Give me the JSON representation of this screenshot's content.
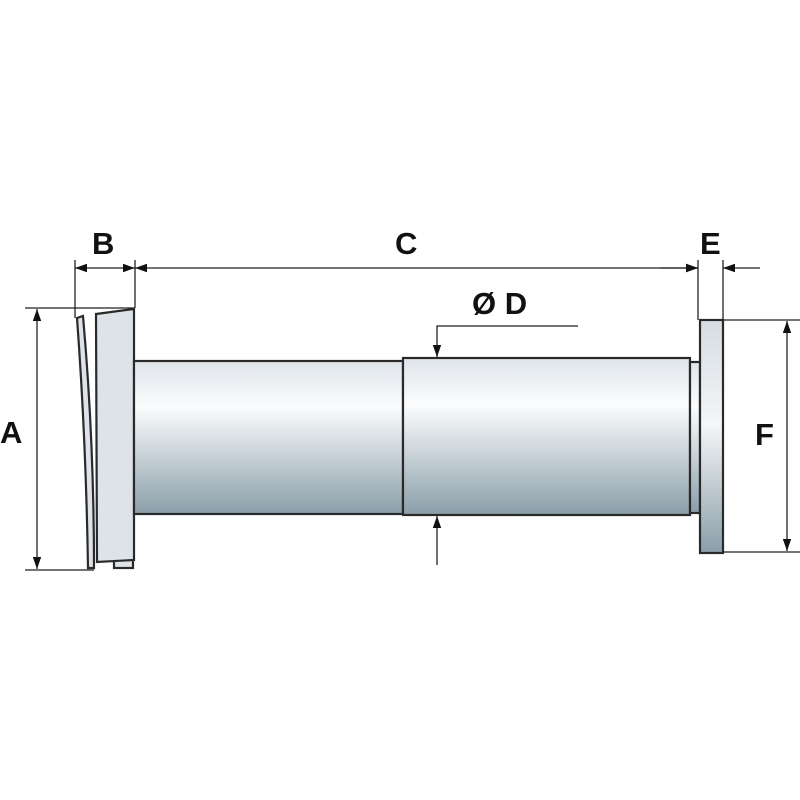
{
  "diagram": {
    "labels": {
      "a": "A",
      "b": "B",
      "c": "C",
      "d": "Ø D",
      "e": "E",
      "f": "F"
    },
    "colors": {
      "outline": "#2a2a2a",
      "fill_light": "#f4f6f8",
      "fill_mid": "#dde3e8",
      "fill_dark": "#8ea2ac",
      "dimension": "#222222"
    }
  }
}
